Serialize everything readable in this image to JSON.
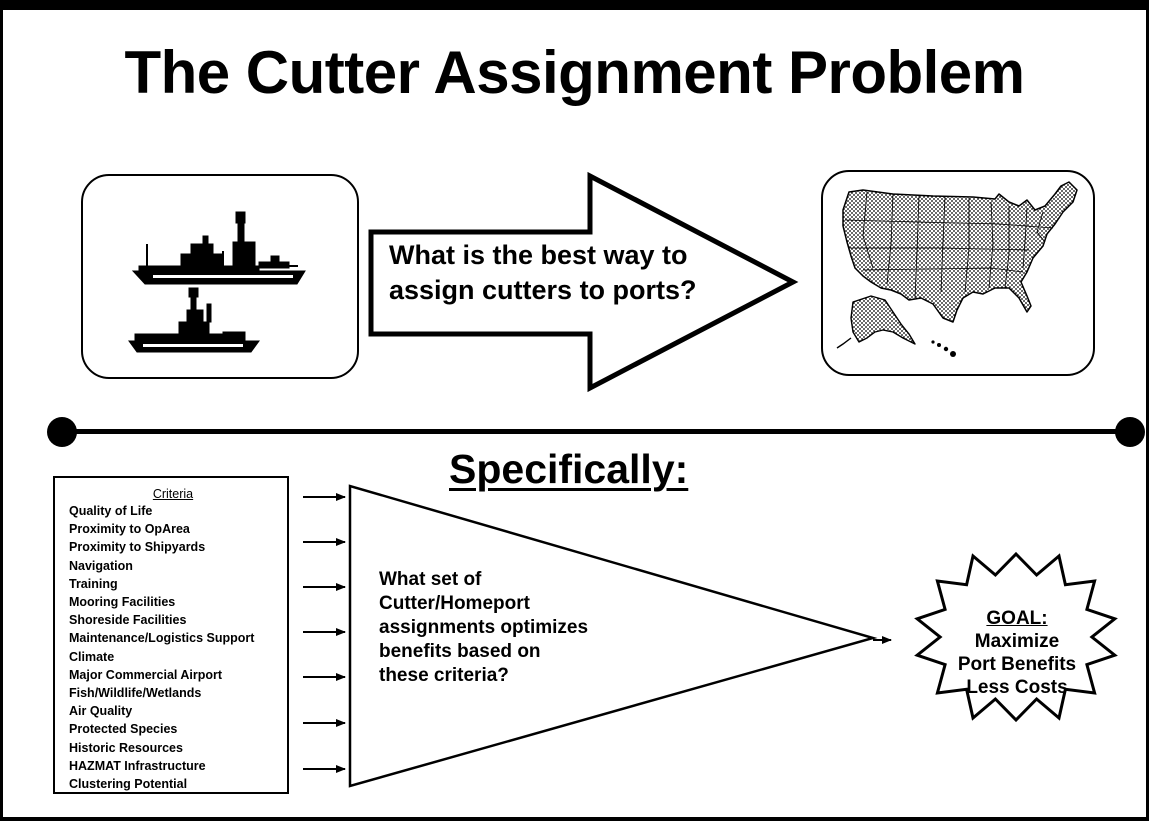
{
  "slide": {
    "title": "The Cutter Assignment Problem",
    "question": [
      "What is the best way to",
      "assign cutters to ports?"
    ],
    "subtitle": "Specifically:",
    "criteria": {
      "header": "Criteria",
      "items": [
        "Quality of Life",
        "Proximity to OpArea",
        "Proximity to Shipyards",
        "Navigation",
        "Training",
        "Mooring Facilities",
        "Shoreside Facilities",
        "Maintenance/Logistics Support",
        "Climate",
        "Major Commercial Airport",
        "Fish/Wildlife/Wetlands",
        "Air Quality",
        "Protected Species",
        "Historic Resources",
        "HAZMAT Infrastructure",
        "Clustering Potential"
      ]
    },
    "process_question": [
      "What set of",
      "Cutter/Homeport",
      "assignments optimizes",
      "benefits based on",
      "these criteria?"
    ],
    "goal": {
      "label": "GOAL:",
      "lines": [
        "Maximize",
        "Port Benefits",
        "Less Costs"
      ]
    }
  },
  "icons": {
    "ships": "coast-guard-cutters-illustration",
    "map": "united-states-map-illustration"
  }
}
